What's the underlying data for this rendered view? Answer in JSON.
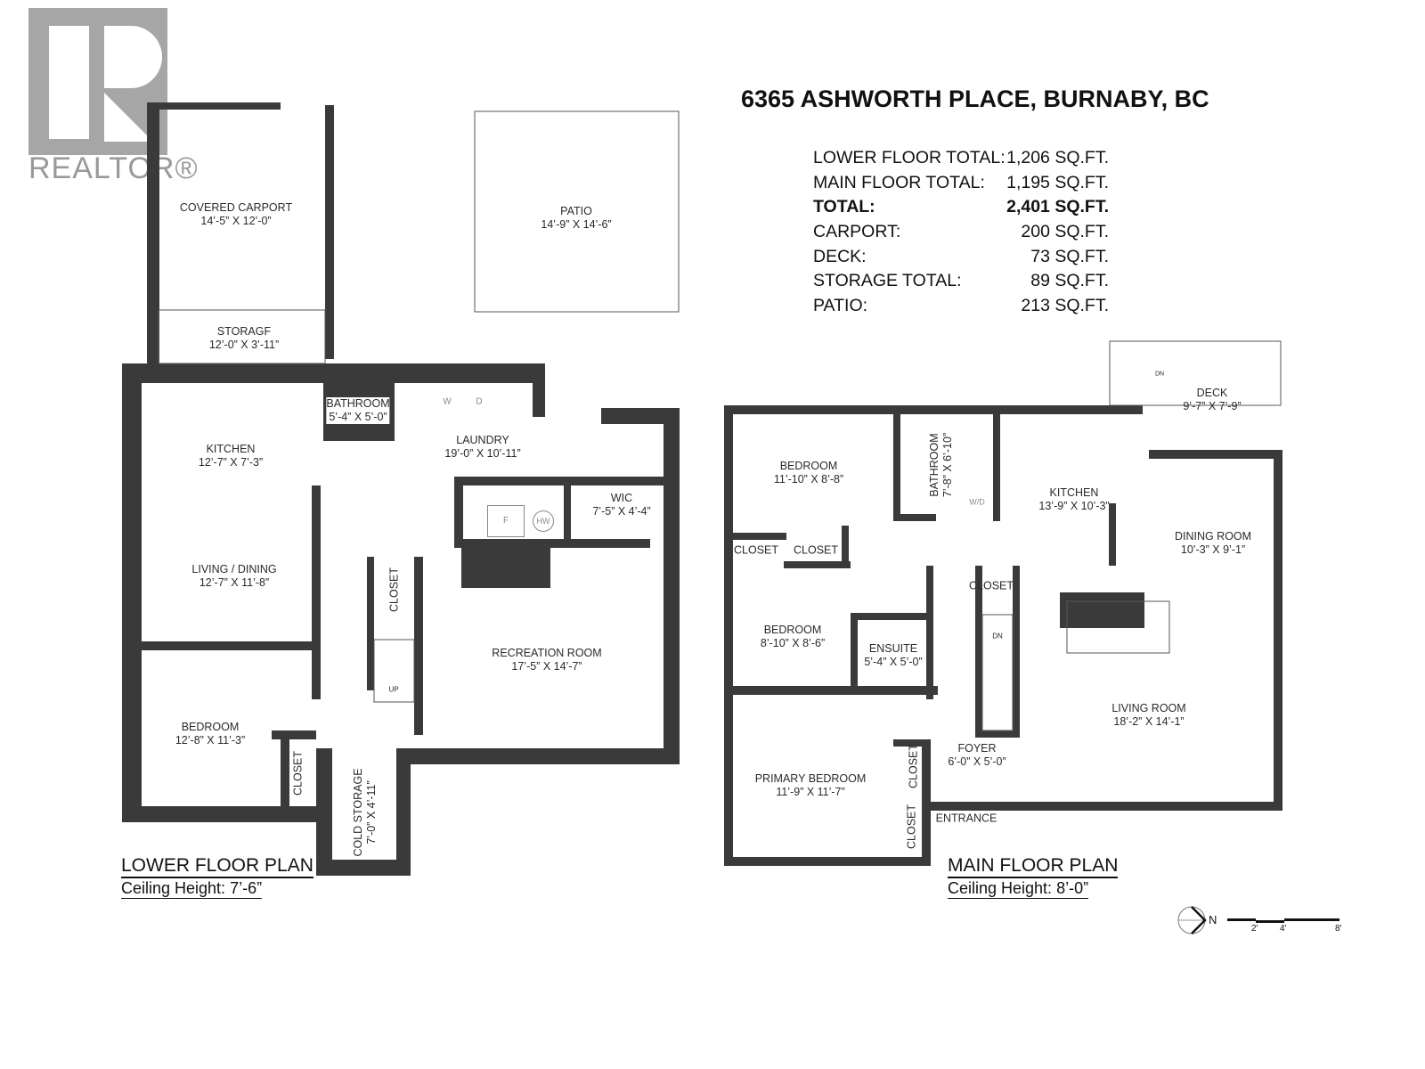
{
  "logo": {
    "text": "REALTOR®"
  },
  "header": {
    "address": "6365 ASHWORTH PLACE, BURNABY, BC"
  },
  "areas": [
    {
      "label": "LOWER FLOOR TOTAL:",
      "value": "1,206 SQ.FT."
    },
    {
      "label": "MAIN FLOOR TOTAL:",
      "value": "1,195 SQ.FT."
    },
    {
      "label": "TOTAL:",
      "value": "2,401 SQ.FT."
    },
    {
      "label": "CARPORT:",
      "value": "200  SQ.FT."
    },
    {
      "label": "DECK:",
      "value": "73 SQ.FT."
    },
    {
      "label": "STORAGE TOTAL:",
      "value": "89 SQ.FT."
    },
    {
      "label": "PATIO:",
      "value": "213 SQ.FT."
    }
  ],
  "lower": {
    "title": "LOWER FLOOR PLAN",
    "ceiling": "Ceiling Height: 7’-6”",
    "rooms": {
      "carport": {
        "name": "COVERED CARPORT",
        "dim": "14’-5” X 12’-0”"
      },
      "patio": {
        "name": "PATIO",
        "dim": "14’-9” X 14’-6”"
      },
      "storage": {
        "name": "STORAGF",
        "dim": "12’-0” X 3’-11”"
      },
      "bathroom": {
        "name": "BATHROOM",
        "dim": "5’-4” X 5’-0”"
      },
      "kitchen": {
        "name": "KITCHEN",
        "dim": "12’-7” X 7’-3”"
      },
      "laundry": {
        "name": "LAUNDRY",
        "dim": "19’-0” X 10’-11”"
      },
      "wic": {
        "name": "WIC",
        "dim": "7’-5” X 4’-4”"
      },
      "living": {
        "name": "LIVING / DINING",
        "dim": "12’-7” X 11’-8”"
      },
      "closet1": {
        "name": "CLOSET"
      },
      "recreation": {
        "name": "RECREATION ROOM",
        "dim": "17’-5” X 14’-7”"
      },
      "bedroom": {
        "name": "BEDROOM",
        "dim": "12’-8” X 11’-3”"
      },
      "closet2": {
        "name": "CLOSET"
      },
      "cold": {
        "name": "COLD STORAGE",
        "dim": "7’-0” X 4’-11”"
      }
    },
    "fixtures": {
      "washer": "W",
      "dryer": "D",
      "furnace": "F",
      "hot_water": "HW",
      "stairs": "UP"
    }
  },
  "main": {
    "title": "MAIN FLOOR PLAN",
    "ceiling": "Ceiling Height: 8’-0”",
    "rooms": {
      "bedroom1": {
        "name": "BEDROOM",
        "dim": "11’-10” X 8’-8”"
      },
      "bathroom": {
        "name": "BATHROOM",
        "dim": "7’-8” X 6’-10”"
      },
      "kitchen": {
        "name": "KITCHEN",
        "dim": "13’-9” X 10’-3”"
      },
      "deck": {
        "name": "DECK",
        "dim": "9’-7” X 7’-9”"
      },
      "dining": {
        "name": "DINING ROOM",
        "dim": "10’-3” X 9’-1”"
      },
      "closet1": {
        "name": "CLOSET"
      },
      "closet2": {
        "name": "CLOSET"
      },
      "closet3": {
        "name": "CLOSET"
      },
      "bedroom2": {
        "name": "BEDROOM",
        "dim": "8’-10” X 8’-6”"
      },
      "ensuite": {
        "name": "ENSUITE",
        "dim": "5’-4” X 5’-0”"
      },
      "living": {
        "name": "LIVING ROOM",
        "dim": "18’-2” X 14’-1”"
      },
      "foyer": {
        "name": "FOYER",
        "dim": "6’-0” X 5’-0”"
      },
      "primary": {
        "name": "PRIMARY BEDROOM",
        "dim": "11’-9” X 11’-7”"
      },
      "closet4": {
        "name": "CLOSET"
      },
      "closet5": {
        "name": "CLOSET"
      },
      "entrance": {
        "name": "ENTRANCE"
      }
    },
    "fixtures": {
      "wd": "W/D",
      "stairs": "DN",
      "deck_stairs": "DN"
    }
  },
  "legend": {
    "north": "N",
    "scale": [
      "2'",
      "4'",
      "8'"
    ]
  },
  "colors": {
    "wall": "#3a3a3a",
    "accent_wall": "#aaaaaa",
    "logo": "#a6a6a6"
  }
}
